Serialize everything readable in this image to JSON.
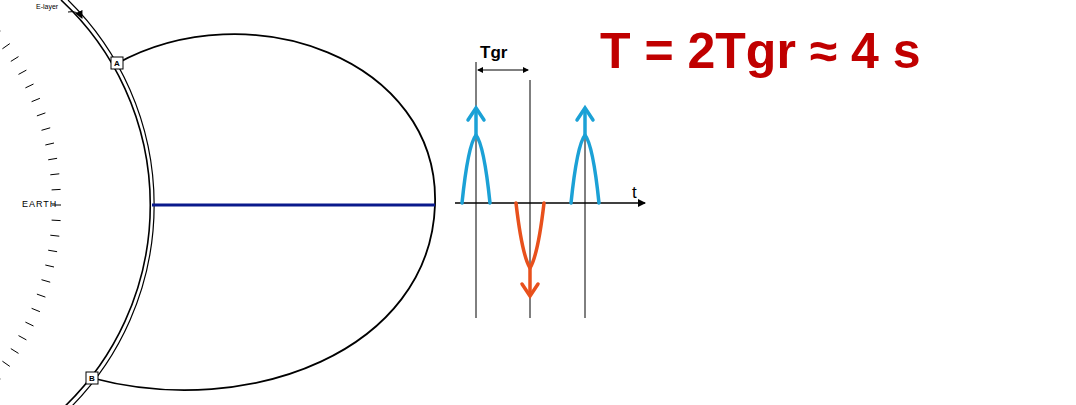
{
  "diagram": {
    "labels": [
      "E-layer",
      "A",
      "B",
      "EARTH",
      "Tgr",
      "T = 2Tgr ≈ 4 s",
      "t"
    ]
  }
}
